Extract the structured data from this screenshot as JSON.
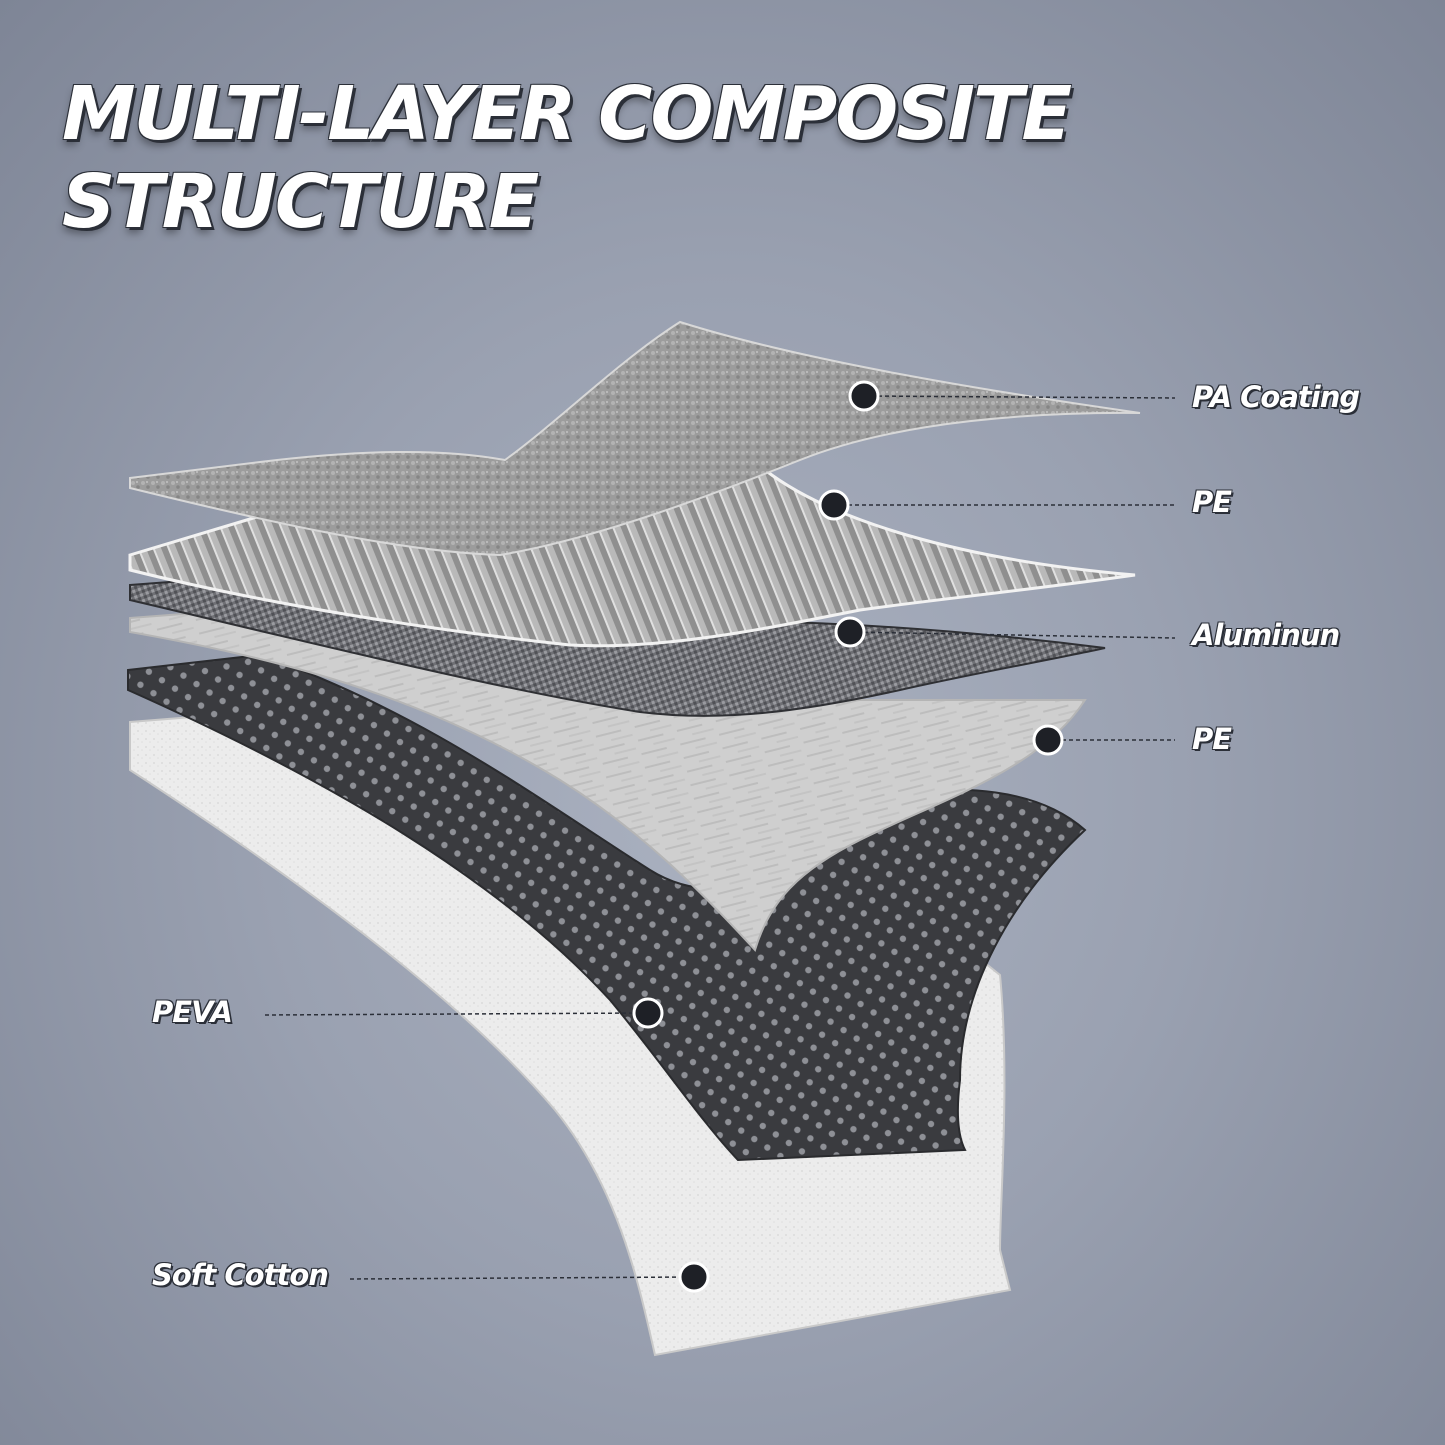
{
  "title": {
    "line1": "MULTI-LAYER COMPOSITE",
    "line2": "STRUCTURE"
  },
  "layers": [
    {
      "label": "PA Coating"
    },
    {
      "label": "PE"
    },
    {
      "label": "Aluminun"
    },
    {
      "label": "PE"
    },
    {
      "label": "PEVA"
    },
    {
      "label": "Soft Cotton"
    }
  ],
  "colors": {
    "background": "#9aa1b1",
    "label_text": "#ffffff",
    "label_outline": "#2b2f38",
    "marker_dot": "#1e2026"
  }
}
